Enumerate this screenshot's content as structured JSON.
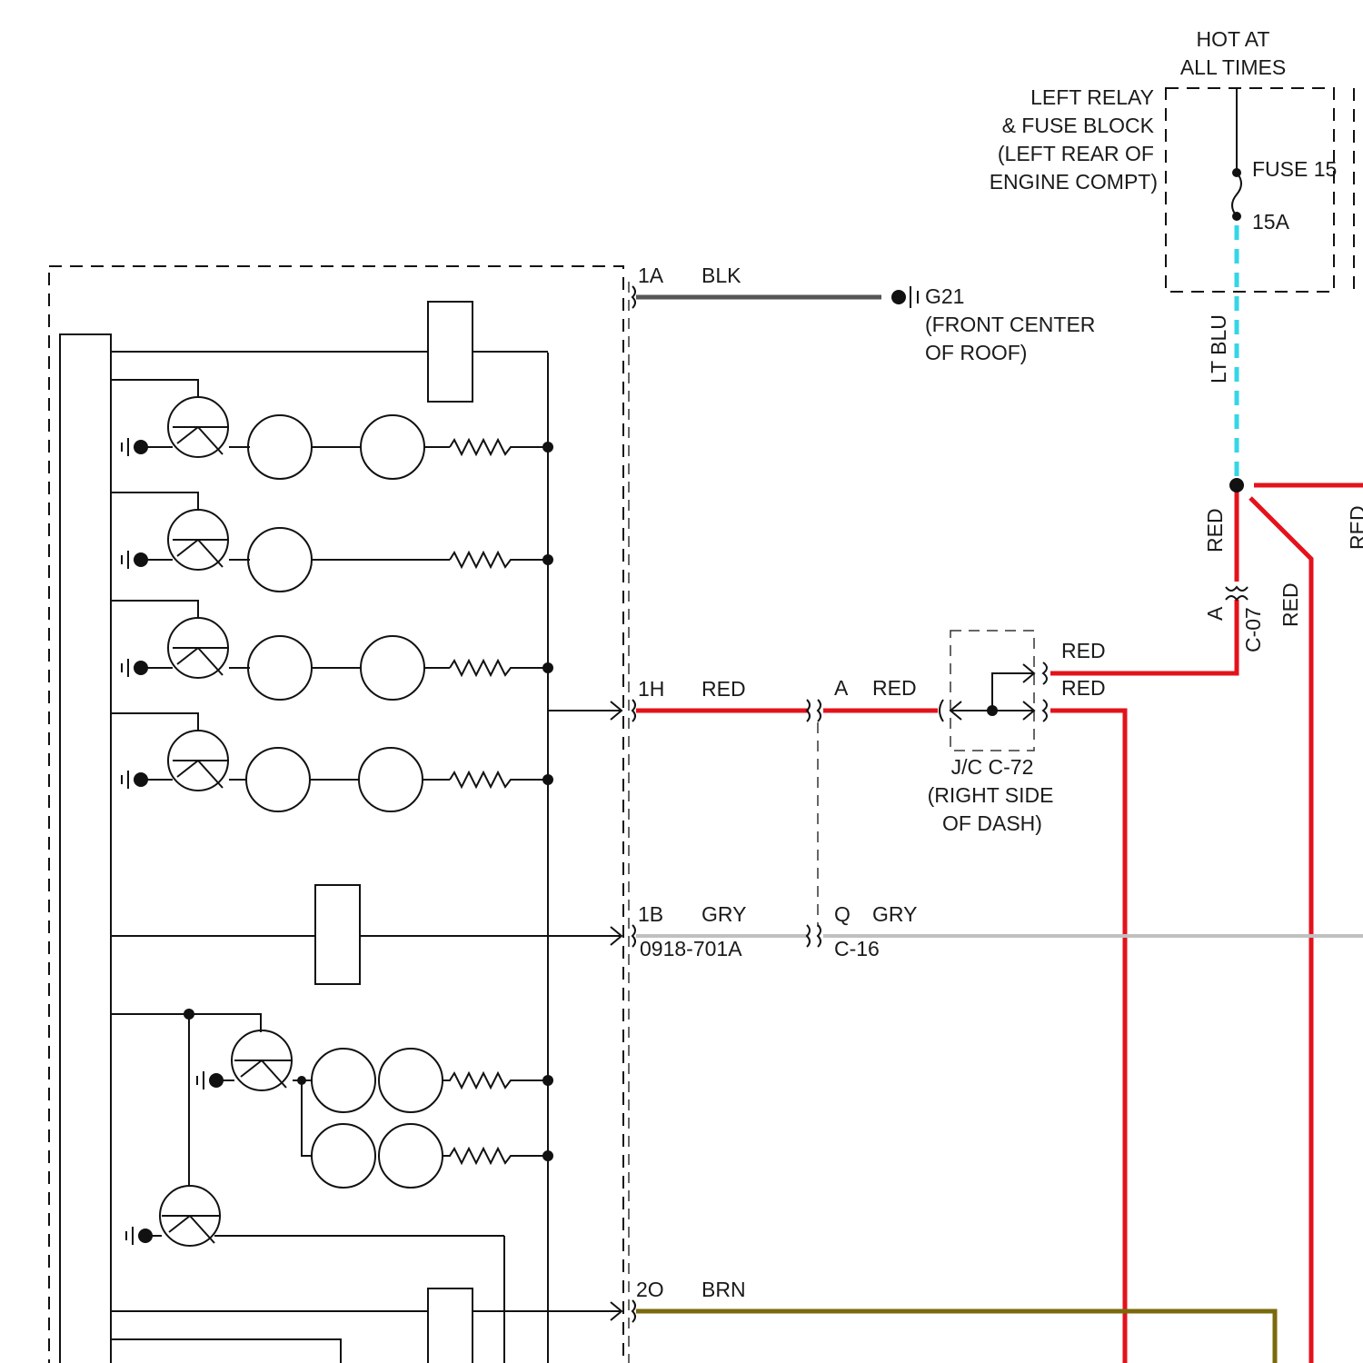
{
  "colors": {
    "black_wire": "#555555",
    "red_wire": "#e3121b",
    "gray_wire": "#c0c0c0",
    "brown_wire": "#7a6a0c",
    "lt_blue_wire": "#33d6e6"
  },
  "labels": {
    "hot_at": "HOT AT",
    "all_times": "ALL TIMES",
    "block_line1": "LEFT RELAY",
    "block_line2": "& FUSE BLOCK",
    "block_line3": "(LEFT REAR OF",
    "block_line4": "ENGINE COMPT)",
    "fuse_name": "FUSE 15",
    "fuse_rating": "15A",
    "lt_blu": "LT BLU",
    "red_v1": "RED",
    "red_v2": "RED",
    "red_v3": "RED",
    "conn_a_v": "A",
    "c07": "C-07",
    "pin_1a": "1A",
    "blk": "BLK",
    "ground_id": "G21",
    "ground_loc1": "(FRONT CENTER",
    "ground_loc2": "OF ROOF)",
    "pin_1h": "1H",
    "red_1h": "RED",
    "pin_a": "A",
    "red_a": "RED",
    "red_upper": "RED",
    "red_lower": "RED",
    "jc_id": "J/C C-72",
    "jc_loc1": "(RIGHT SIDE",
    "jc_loc2": "OF DASH)",
    "pin_1b": "1B",
    "gry_1b": "GRY",
    "pin_q": "Q",
    "gry_q": "GRY",
    "part_no": "0918-701A",
    "c16": "C-16",
    "pin_2o": "2O",
    "brn": "BRN"
  }
}
